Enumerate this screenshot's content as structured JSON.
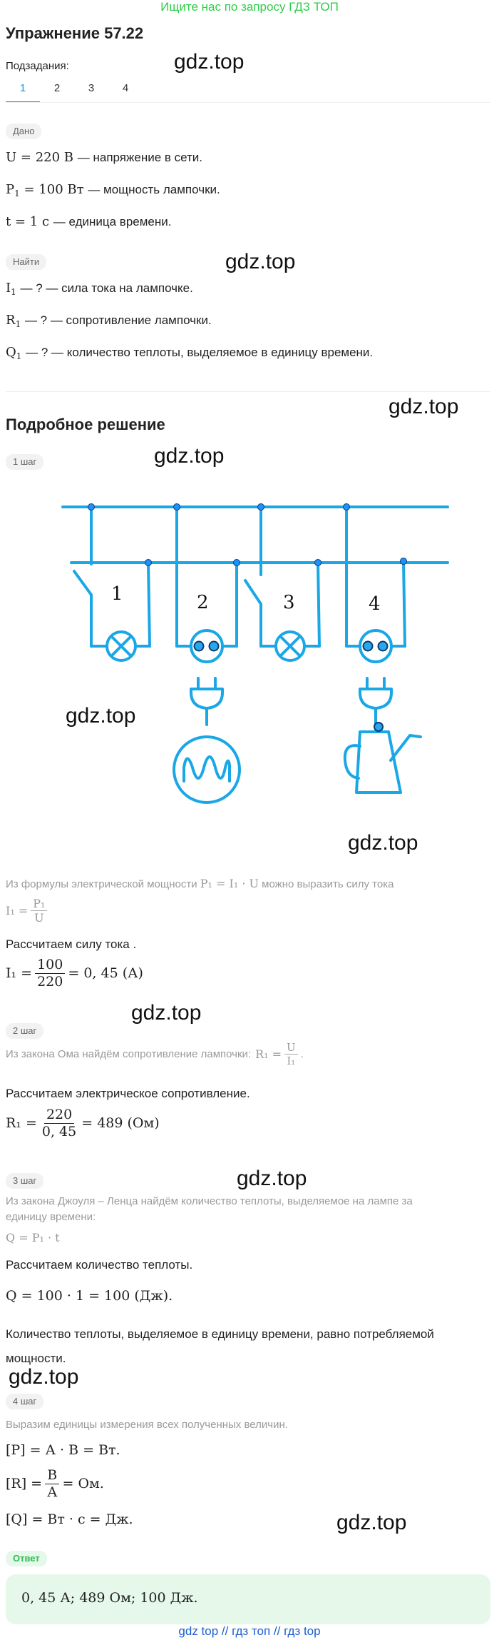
{
  "banner": "Ищите нас по запросу ГДЗ ТОП",
  "title": "Упражнение 57.22",
  "subtasks_label": "Подзадания:",
  "tabs": [
    "1",
    "2",
    "3",
    "4"
  ],
  "watermark": "gdz.top",
  "given_chip": "Дано",
  "given": [
    {
      "lhs": "U",
      "sub": "",
      "val": "= 220 В",
      "desc": "— напряжение в сети."
    },
    {
      "lhs": "P",
      "sub": "1",
      "val": "= 100 Вт",
      "desc": "— мощность лампочки."
    },
    {
      "lhs": "t",
      "sub": "",
      "val": "= 1 с",
      "desc": "— единица времени."
    }
  ],
  "find_chip": "Найти",
  "find": [
    {
      "lhs": "I",
      "sub": "1",
      "desc": "— ? — сила тока на лампочке."
    },
    {
      "lhs": "R",
      "sub": "1",
      "desc": "— ? — сопротивление лампочки."
    },
    {
      "lhs": "Q",
      "sub": "1",
      "desc": "— ? — количество теплоты, выделяемое в единицу времени."
    }
  ],
  "solution_title": "Подробное решение",
  "step1_chip": "1 шаг",
  "diagram_labels": [
    "1",
    "2",
    "3",
    "4"
  ],
  "step1_text": "Из формулы электрической мощности",
  "step1_formula": "P₁ = I₁ · U",
  "step1_text2": "можно выразить силу тока",
  "step1_lhs": "I₁ =",
  "step1_num": "P₁",
  "step1_den": "U",
  "step1_calc_label": "Рассчитаем силу тока .",
  "step1_calc_lhs": "I₁ =",
  "step1_calc_num": "100",
  "step1_calc_den": "220",
  "step1_calc_res": "= 0, 45 (А)",
  "step2_chip": "2 шаг",
  "step2_text": "Из закона Ома найдём сопротивление лампочки:",
  "step2_lhs": "R₁ =",
  "step2_num": "U",
  "step2_den": "I₁",
  "step2_calc_label": "Рассчитаем электрическое сопротивление.",
  "step2_calc_lhs": "R₁ =",
  "step2_calc_num": "220",
  "step2_calc_den": "0, 45",
  "step2_calc_res": "= 489 (Ом)",
  "step3_chip": "3 шаг",
  "step3_text": "Из закона Джоуля – Ленца найдём количество теплоты, выделяемое на лампе за единицу времени:",
  "step3_formula": "Q = P₁ · t",
  "step3_calc_label": "Рассчитаем количество теплоты.",
  "step3_calc": "Q = 100 · 1 = 100 (Дж).",
  "step3_note": "Количество теплоты, выделяемое в единицу времени, равно потребляемой мощности.",
  "step4_chip": "4 шаг",
  "step4_text": "Выразим единицы измерения всех полученных величин.",
  "step4_line1": "[P] = А · В = Вт.",
  "step4_line2_lhs": "[R] =",
  "step4_line2_num": "В",
  "step4_line2_den": "А",
  "step4_line2_res": "= Ом.",
  "step4_line3": "[Q] = Вт · с = Дж.",
  "answer_chip": "Ответ",
  "answer": "0, 45 А; 489 Ом; 100 Дж.",
  "footer": "gdz top // гдз топ // гдз top",
  "colors": {
    "accent": "#1f8fe0",
    "green": "#2fcc4a",
    "wire": "#1aa7e6"
  }
}
